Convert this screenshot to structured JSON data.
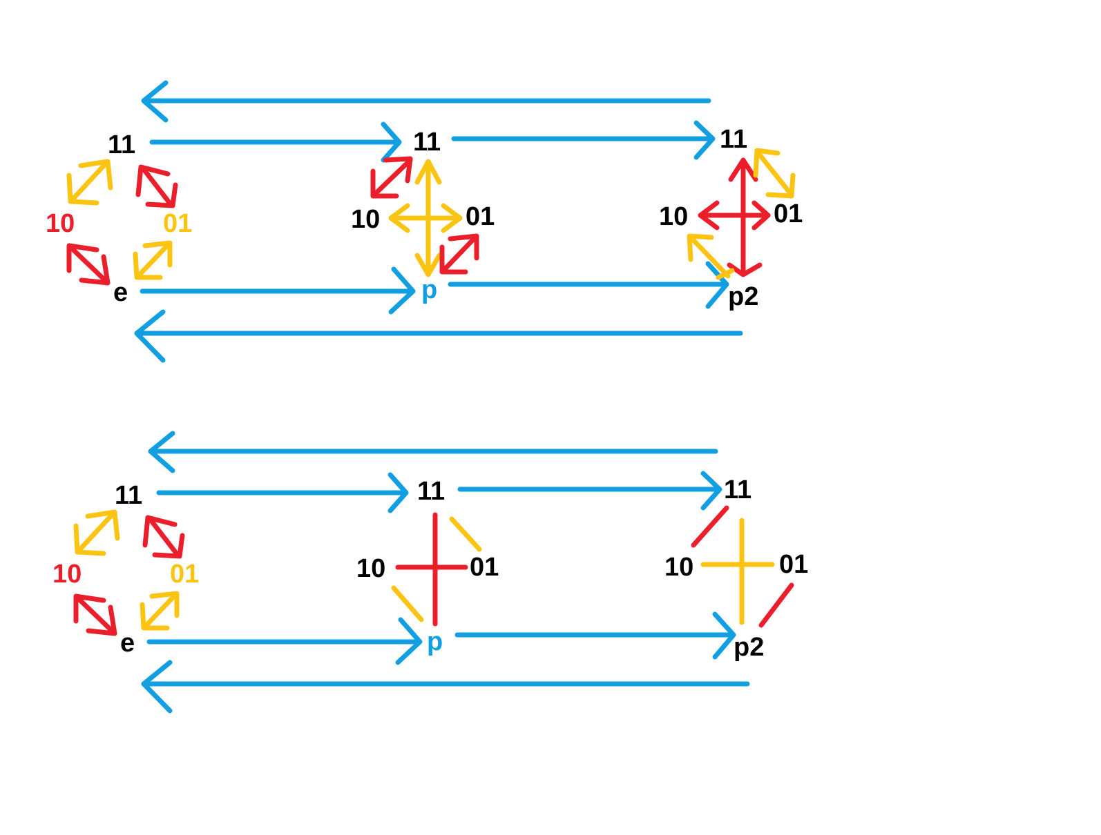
{
  "colors": {
    "blue": "#119fe2",
    "red": "#ea1f2b",
    "yellow": "#fcc412",
    "black": "#000000"
  },
  "top": {
    "left": {
      "n11": "11",
      "n10": "10",
      "n01": "01",
      "e": "e"
    },
    "mid": {
      "n11": "11",
      "n10": "10",
      "n01": "01",
      "p": "p"
    },
    "right": {
      "n11": "11",
      "n10": "10",
      "n01": "01",
      "p2": "p2"
    }
  },
  "bottom": {
    "left": {
      "n11": "11",
      "n10": "10",
      "n01": "01",
      "e": "e"
    },
    "mid": {
      "n11": "11",
      "n10": "10",
      "n01": "01",
      "p": "p"
    },
    "right": {
      "n11": "11",
      "n10": "10",
      "n01": "01",
      "p2": "p2"
    }
  }
}
